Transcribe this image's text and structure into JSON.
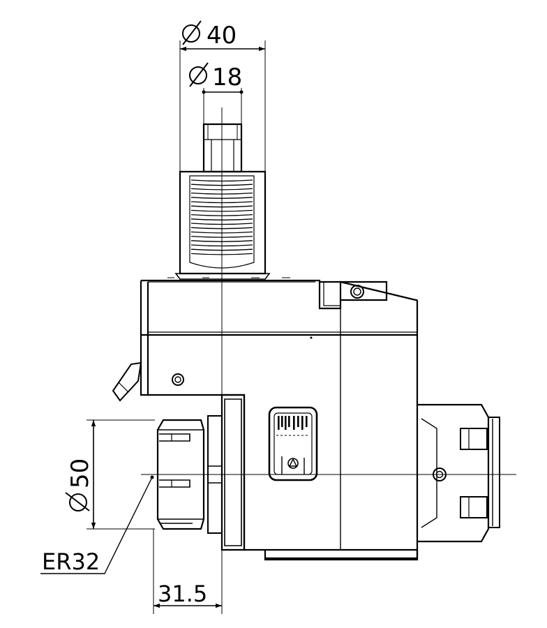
{
  "dimensions": {
    "dia_40": "40",
    "dia_18": "18",
    "dia_50": "50",
    "length_31_5": "31.5",
    "collet_label": "ER32"
  },
  "colors": {
    "line": "#000000",
    "background": "#ffffff"
  }
}
